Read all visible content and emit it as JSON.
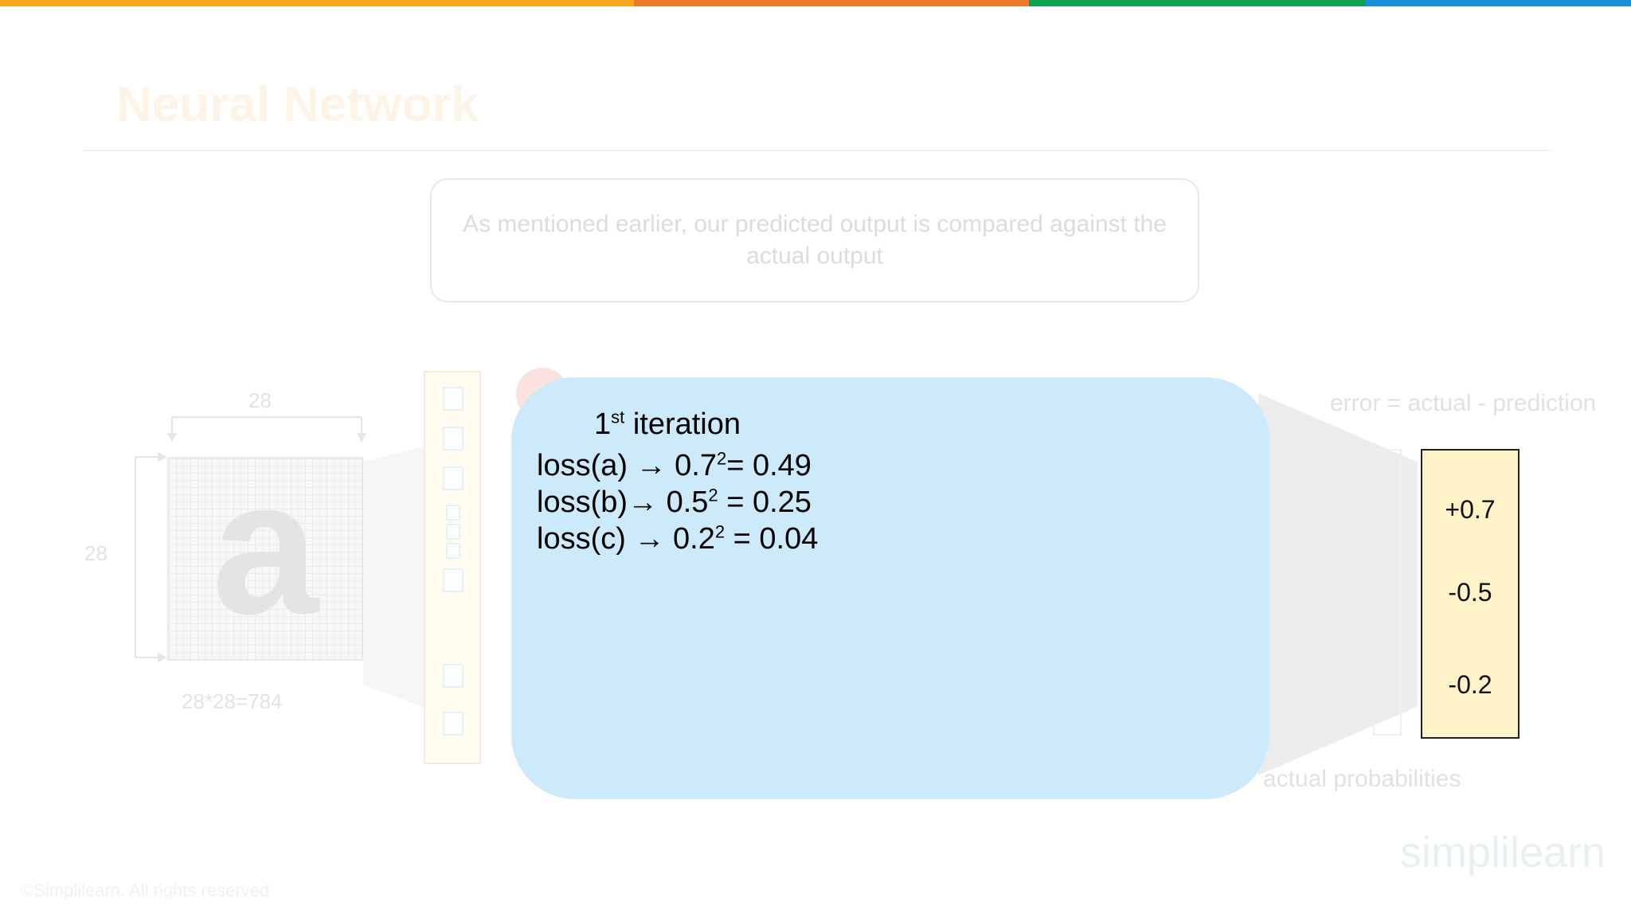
{
  "colors": {
    "bar_segments": [
      "#f7a823",
      "#ef7a2d",
      "#0ea14e",
      "#1a8ed8"
    ],
    "loss_box": "#cdeafa",
    "error_box": "#fef2c8"
  },
  "slide": {
    "title": "Neural Network",
    "callout_text": "As mentioned earlier, our predicted output is compared against the actual output"
  },
  "input_image": {
    "width_label": "28",
    "height_label": "28",
    "glyph": "a",
    "size_label": "28*28=784"
  },
  "loss": {
    "iteration_num": "1",
    "iteration_sup": "st",
    "iteration_word": "iteration",
    "lines": [
      {
        "prefix": "loss(a) → 0.7",
        "sup": "2",
        "suffix": "= 0.49"
      },
      {
        "prefix": "loss(b)→ 0.5",
        "sup": "2",
        "suffix": " = 0.25"
      },
      {
        "prefix": "loss(c) → 0.2",
        "sup": "2",
        "suffix": " = 0.04"
      }
    ]
  },
  "error": {
    "formula": "error = actual - prediction",
    "values": [
      "+0.7",
      "-0.5",
      "-0.2"
    ],
    "bottom_label": "actual probabilities"
  },
  "footer": {
    "brand": "simplilearn",
    "copyright": "©Simplilearn. All rights reserved"
  }
}
